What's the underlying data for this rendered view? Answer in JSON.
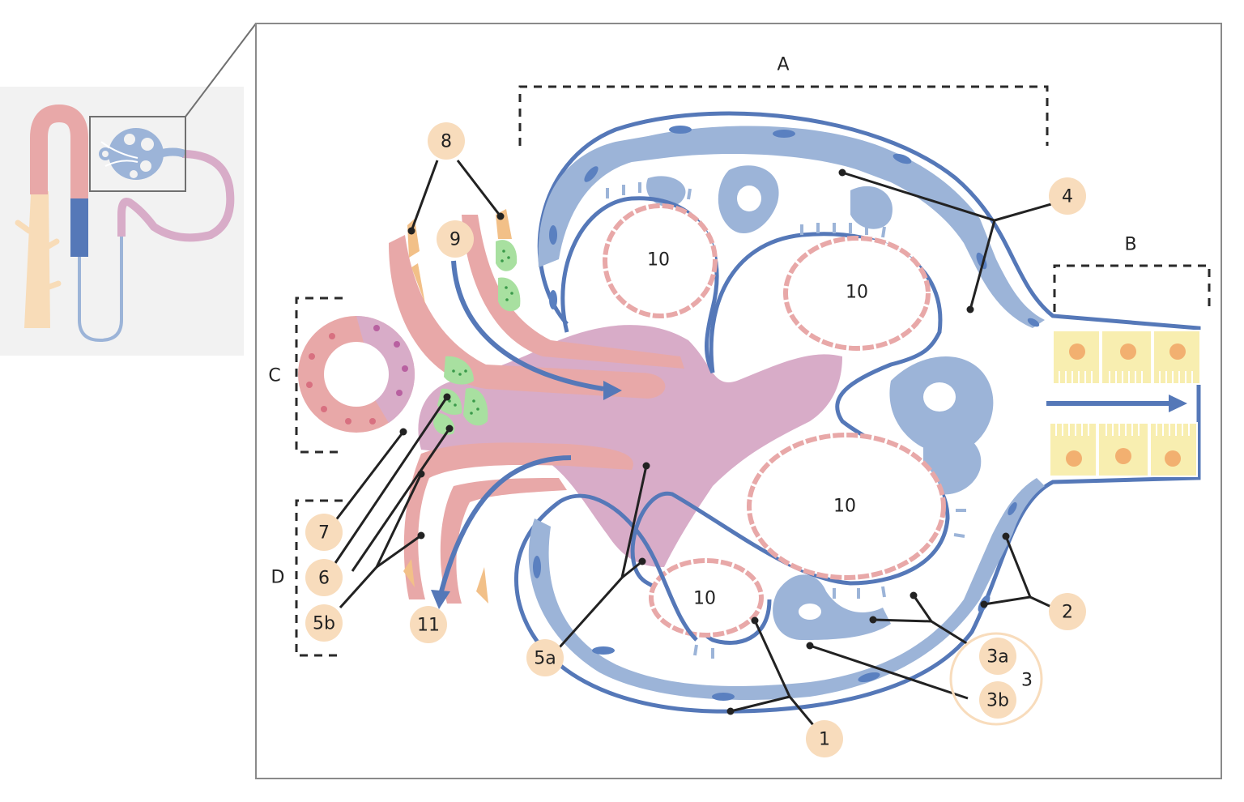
{
  "figure": {
    "title": "Renal corpuscle (glomerulus) histology schematic",
    "colors": {
      "capsule_blue": "#5578b8",
      "podocyte_light_blue": "#9cb4d8",
      "podocyte_nucleus": "#5a80c0",
      "endothelium_pink": "#e8a8a8",
      "mesangial_purple": "#d8acc8",
      "macula_densa_pink": "#e8a8a8",
      "granular_green": "#a8e0a0",
      "granular_dot": "#3a9a4a",
      "pericyte_orange": "#f2c088",
      "badge_peach": "#f8dcbc",
      "tubule_yellow": "#f8eeb0",
      "tubule_nucleus": "#f2b070",
      "leader_line": "#222222",
      "frame_gray": "#888888",
      "inset_bg": "#f2f2f2"
    }
  },
  "inset": {
    "description": "Nephron overview with glomerulus highlighted",
    "segments": [
      "collecting duct",
      "distal tubule",
      "thick ascending limb",
      "thin loop",
      "proximal tubule",
      "glomerulus"
    ]
  },
  "regions": [
    {
      "id": "A",
      "label": "A"
    },
    {
      "id": "B",
      "label": "B"
    },
    {
      "id": "C",
      "label": "C"
    },
    {
      "id": "D",
      "label": "D"
    }
  ],
  "badges": [
    {
      "id": "1",
      "label": "1"
    },
    {
      "id": "2",
      "label": "2"
    },
    {
      "id": "3",
      "label": "3"
    },
    {
      "id": "3a",
      "label": "3a"
    },
    {
      "id": "3b",
      "label": "3b"
    },
    {
      "id": "4",
      "label": "4"
    },
    {
      "id": "5a",
      "label": "5a"
    },
    {
      "id": "5b",
      "label": "5b"
    },
    {
      "id": "6",
      "label": "6"
    },
    {
      "id": "7",
      "label": "7"
    },
    {
      "id": "8",
      "label": "8"
    },
    {
      "id": "9",
      "label": "9"
    },
    {
      "id": "11",
      "label": "11"
    }
  ],
  "lumens": [
    {
      "label": "10"
    },
    {
      "label": "10"
    },
    {
      "label": "10"
    },
    {
      "label": "10"
    }
  ]
}
